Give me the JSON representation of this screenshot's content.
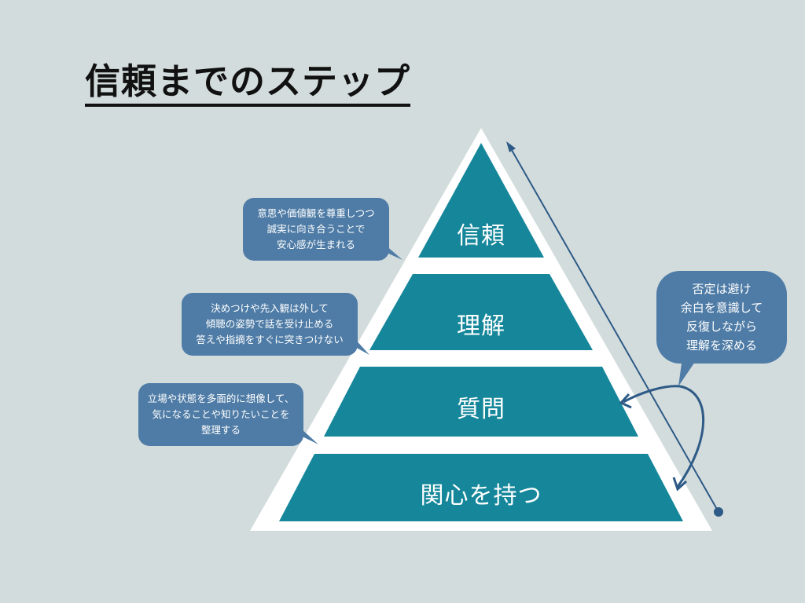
{
  "title": "信頼までのステップ",
  "pyramid": {
    "levels": [
      "信頼",
      "理解",
      "質問",
      "関心を持つ"
    ]
  },
  "notes": {
    "trust": [
      "意思や価値観を尊重しつつ",
      "誠実に向き合うことで",
      "安心感が生まれる"
    ],
    "understanding": [
      "決めつけや先入観は外して",
      "傾聴の姿勢で話を受け止める",
      "答えや指摘をすぐに突きつけない"
    ],
    "question": [
      "立場や状態を多面的に想像して、",
      "気になることや知りたいことを",
      "整理する"
    ]
  },
  "side_note": [
    "否定は避け",
    "余白を意識して",
    "反復しながら",
    "理解を深める"
  ],
  "colors": {
    "background": "#d3dcdc",
    "level_fill": "#16879b",
    "bubble_fill": "#4f7ca6",
    "arrow": "#2d5a86"
  }
}
